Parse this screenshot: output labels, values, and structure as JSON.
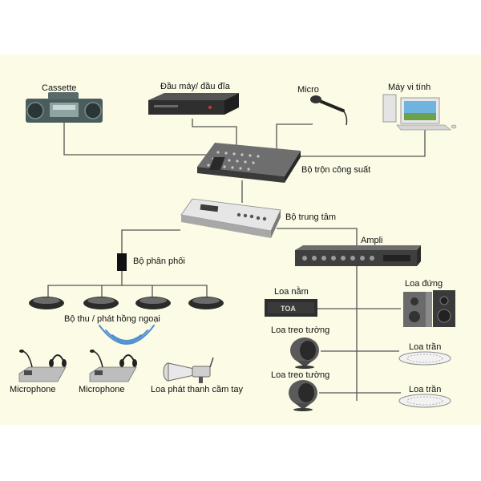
{
  "labels": {
    "cassette": "Cassette",
    "dau_may": "Đầu máy/ đầu đĩa",
    "micro": "Micro",
    "may_vi_tinh": "Máy vi tính",
    "bo_tron": "Bộ trộn công suất",
    "bo_trung_tam": "Bộ trung tâm",
    "ampli": "Ampli",
    "bo_phan_phoi": "Bộ phân phối",
    "loa_nam": "Loa nằm",
    "loa_dung": "Loa đứng",
    "bo_thu_phat": "Bộ thu / phát hồng ngoại",
    "loa_treo_tuong_1": "Loa treo tường",
    "loa_tran_1": "Loa trần",
    "loa_treo_tuong_2": "Loa treo tường",
    "loa_tran_2": "Loa trần",
    "microphone_1": "Microphone",
    "microphone_2": "Microphone",
    "loa_phat_thanh": "Loa phát thanh cầm tay"
  },
  "brand": {
    "toa": "TOA"
  },
  "colors": {
    "line": "#555555",
    "background": "#fbfbe6",
    "device_dark": "#3a3a3a",
    "device_light": "#dcdcdc"
  }
}
